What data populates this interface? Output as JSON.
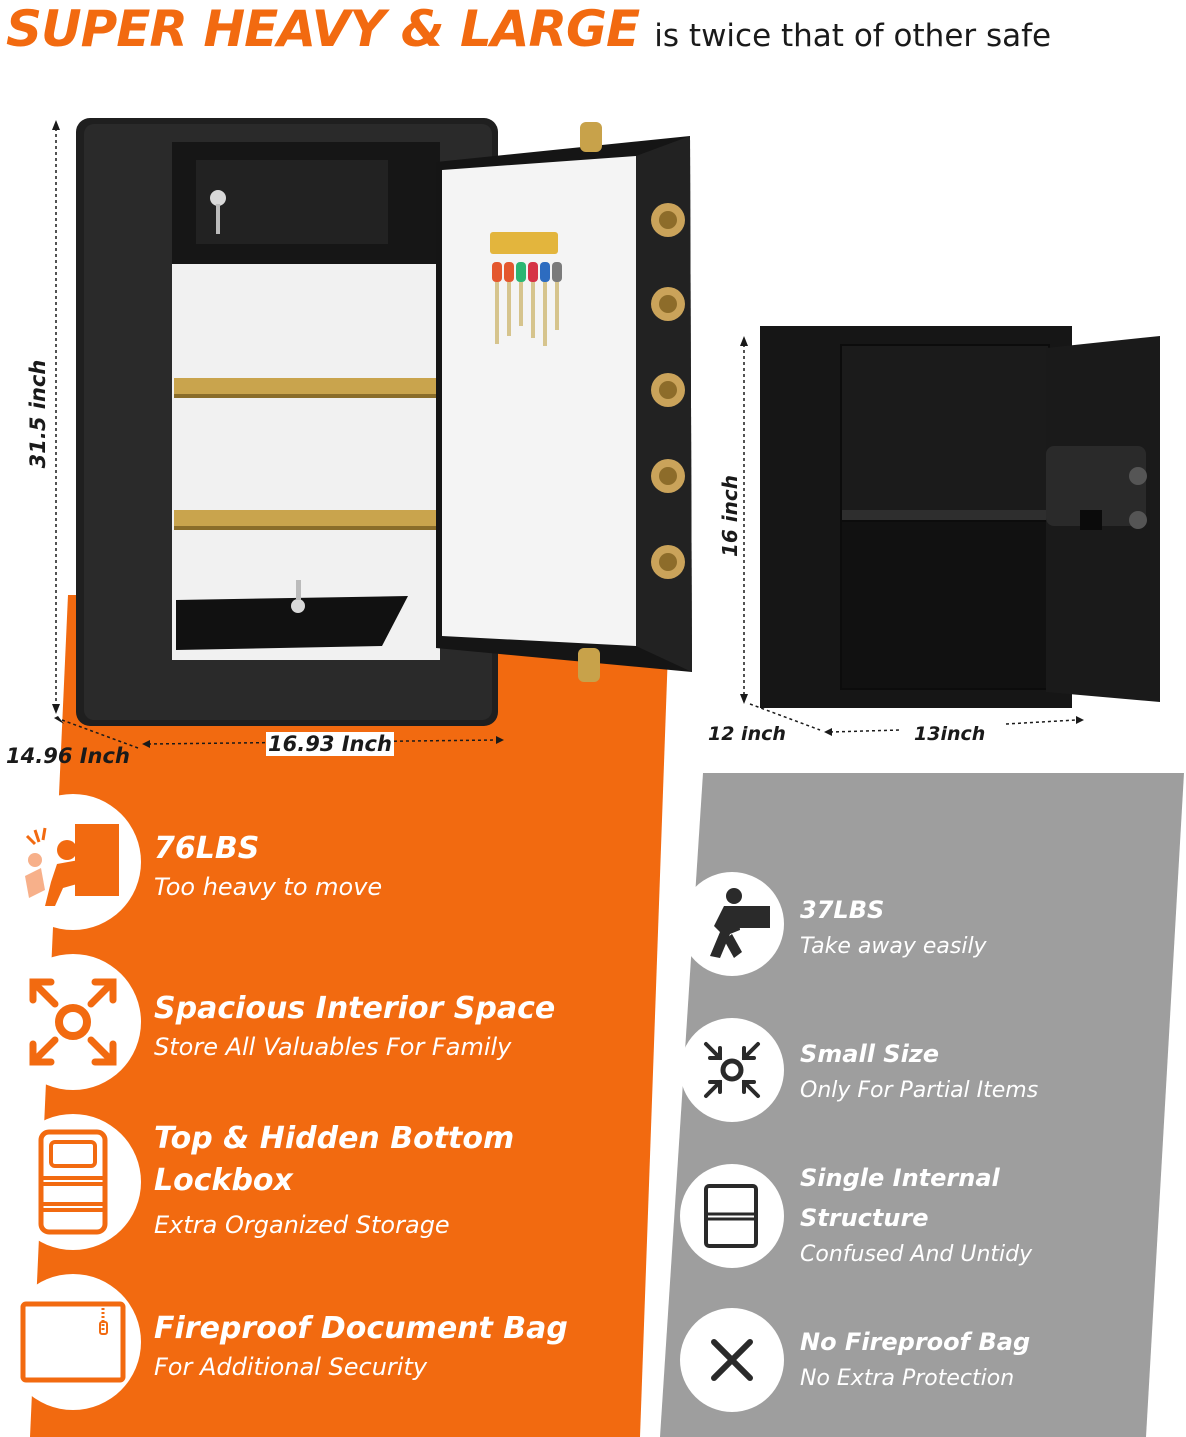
{
  "headline": {
    "bold": "SUPER HEAVY & LARGE",
    "rest": "is twice that of other safe"
  },
  "colors": {
    "accent": "#f26a10",
    "gray_panel": "#9e9e9e",
    "safe_body": "#1e1e1e",
    "brass": "#c8a24a"
  },
  "large_safe": {
    "height": "31.5 inch",
    "depth": "14.96 Inch",
    "width": "16.93 Inch"
  },
  "small_safe": {
    "height": "16 inch",
    "depth": "12 inch",
    "width": "13inch"
  },
  "left_features": [
    {
      "icon": "pushing-heavy-icon",
      "title": "76LBS",
      "subtitle": "Too heavy to move"
    },
    {
      "icon": "expand-arrows-icon",
      "title": "Spacious Interior Space",
      "subtitle": "Store All Valuables For Family"
    },
    {
      "icon": "lockbox-icon",
      "title": "Top & Hidden Bottom Lockbox",
      "subtitle": "Extra Organized Storage"
    },
    {
      "icon": "document-bag-icon",
      "title": "Fireproof Document Bag",
      "subtitle": "For Additional Security"
    }
  ],
  "right_features": [
    {
      "icon": "carrying-box-icon",
      "title": "37LBS",
      "subtitle": "Take away easily"
    },
    {
      "icon": "compress-arrows-icon",
      "title": "Small Size",
      "subtitle": "Only For Partial Items"
    },
    {
      "icon": "single-shelf-icon",
      "title": "Single Internal Structure",
      "subtitle": "Confused And Untidy"
    },
    {
      "icon": "x-mark-icon",
      "title": "No Fireproof Bag",
      "subtitle": "No Extra Protection"
    }
  ]
}
